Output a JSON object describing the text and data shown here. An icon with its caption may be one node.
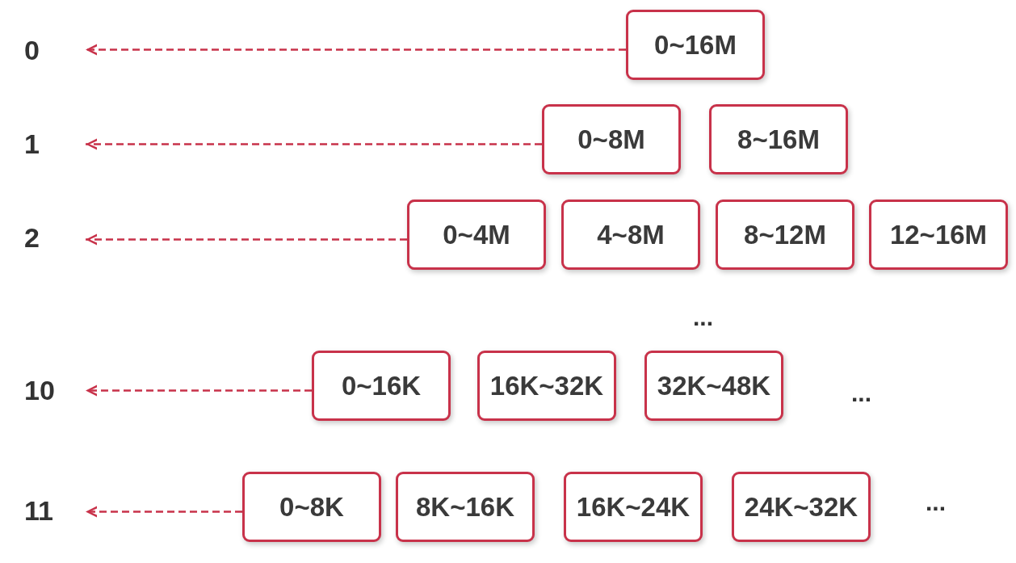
{
  "diagram": {
    "nodes": [
      {
        "text": [
          "0"
        ]
      },
      {
        "text": [
          "0~16M"
        ]
      },
      {
        "text": [
          "1"
        ]
      },
      {
        "text": [
          "0~8M"
        ]
      },
      {
        "text": [
          "8~16M"
        ]
      },
      {
        "text": [
          "2"
        ]
      },
      {
        "text": [
          "0~4M"
        ]
      },
      {
        "text": [
          "4~8M"
        ]
      },
      {
        "text": [
          "8~12M"
        ]
      },
      {
        "text": [
          "12~16M"
        ]
      },
      {
        "text": [
          "10"
        ]
      },
      {
        "text": [
          "0~16K"
        ]
      },
      {
        "text": [
          "16K~32K"
        ]
      },
      {
        "text": [
          "32K~48K"
        ]
      },
      {
        "text": [
          "11"
        ]
      },
      {
        "text": [
          "0~8K"
        ]
      },
      {
        "text": [
          "8K~16K"
        ]
      },
      {
        "text": [
          "16K~24K"
        ]
      },
      {
        "text": [
          "24K~32K"
        ]
      }
    ],
    "edges": [
      {
        "from": 1,
        "to": 0,
        "arrow": "to",
        "style": "dashed"
      },
      {
        "from": 3,
        "to": 2,
        "arrow": "to",
        "style": "dashed"
      },
      {
        "from": 6,
        "to": 5,
        "arrow": "to",
        "style": "dashed"
      },
      {
        "from": 11,
        "to": 10,
        "arrow": "to",
        "style": "dashed"
      },
      {
        "from": 15,
        "to": 14,
        "arrow": "to",
        "style": "dashed"
      }
    ],
    "labels": [
      "...",
      "...",
      "..."
    ]
  }
}
